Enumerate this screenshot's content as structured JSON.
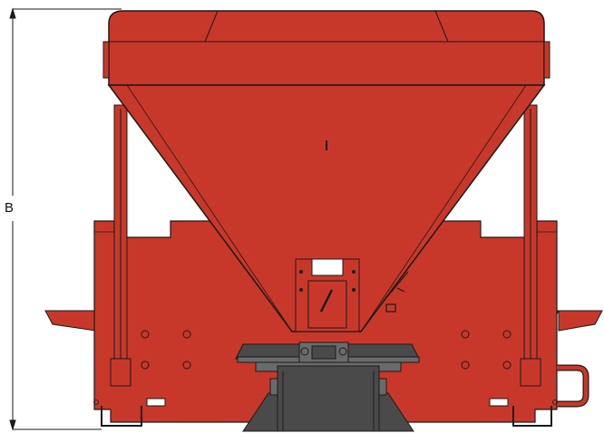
{
  "drawing": {
    "dimension_label": "B",
    "colors": {
      "body": "#c8382a",
      "outline": "#1a1a1a",
      "metal_dark": "#4a4a4a",
      "metal_mid": "#6a6a6a",
      "background": "#ffffff"
    },
    "icons": [
      "hopper-body",
      "spinner-motor",
      "mounting-handle"
    ]
  }
}
